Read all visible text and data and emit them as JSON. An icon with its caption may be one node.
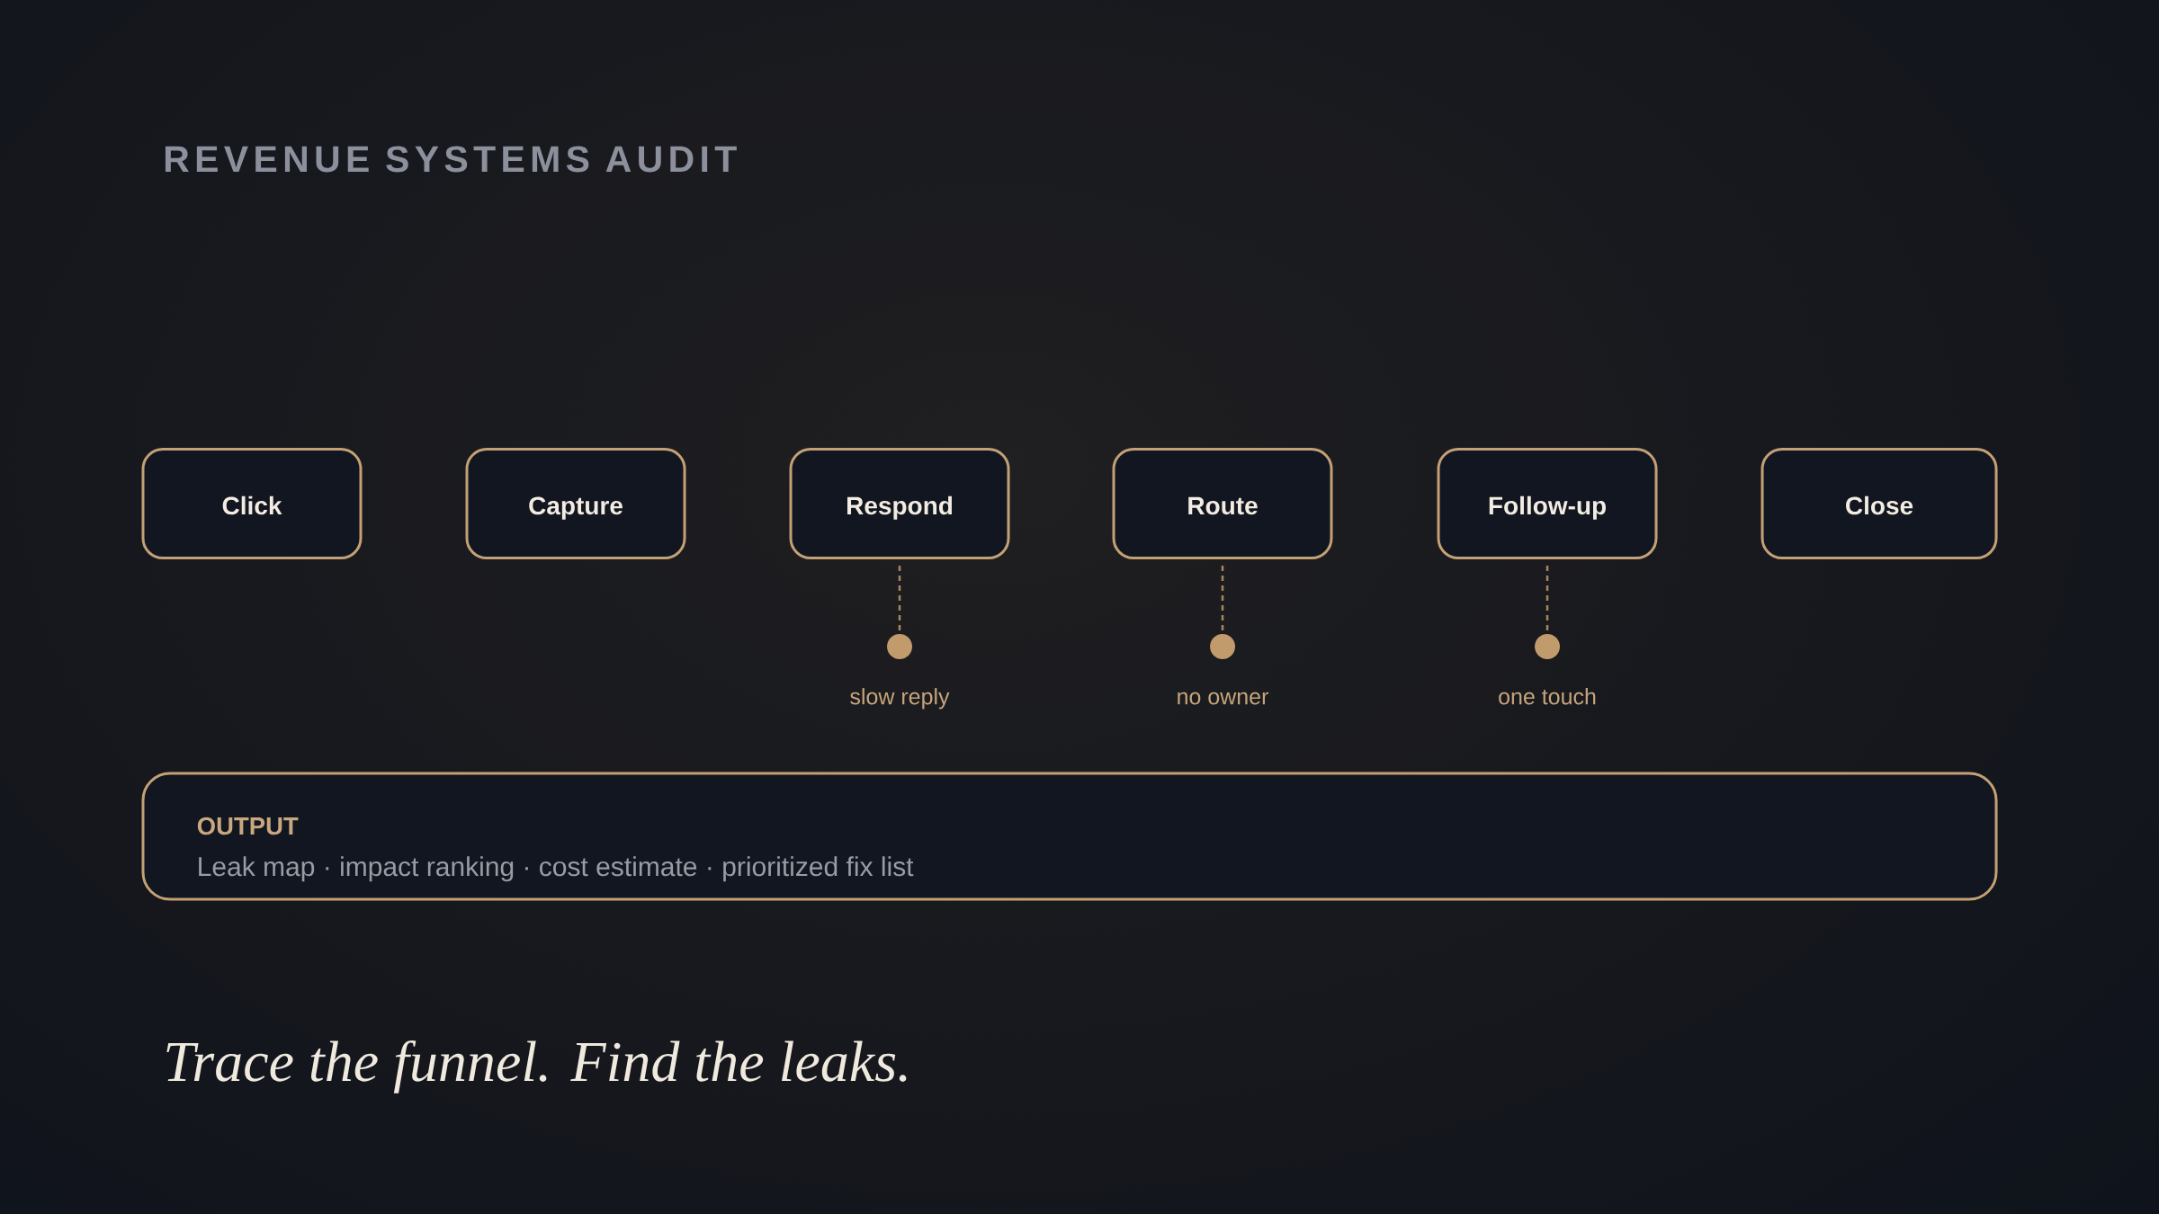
{
  "diagram": {
    "title": "REVENUE SYSTEMS AUDIT",
    "caption": "Trace the funnel. Find the leaks.",
    "nodes": [
      {
        "text": [
          "Click"
        ]
      },
      {
        "text": [
          "Capture"
        ]
      },
      {
        "text": [
          "Respond"
        ]
      },
      {
        "text": [
          "Route"
        ]
      },
      {
        "text": [
          "Follow-up"
        ]
      },
      {
        "text": [
          "Close"
        ]
      },
      {
        "text": [],
        "shape": "circle",
        "beside": [
          "slow reply"
        ]
      },
      {
        "text": [],
        "shape": "circle",
        "beside": [
          "no owner"
        ]
      },
      {
        "text": [],
        "shape": "circle",
        "beside": [
          "one touch"
        ]
      },
      {
        "text": [
          "OUTPUT",
          "Leak map · impact ranking · cost estimate · prioritized fix list"
        ]
      }
    ],
    "edges": [
      {
        "from": 2,
        "to": 6,
        "arrow": "none",
        "style": "dashed"
      },
      {
        "from": 3,
        "to": 7,
        "arrow": "none",
        "style": "dashed"
      },
      {
        "from": 4,
        "to": 8,
        "arrow": "none",
        "style": "dashed"
      }
    ]
  }
}
